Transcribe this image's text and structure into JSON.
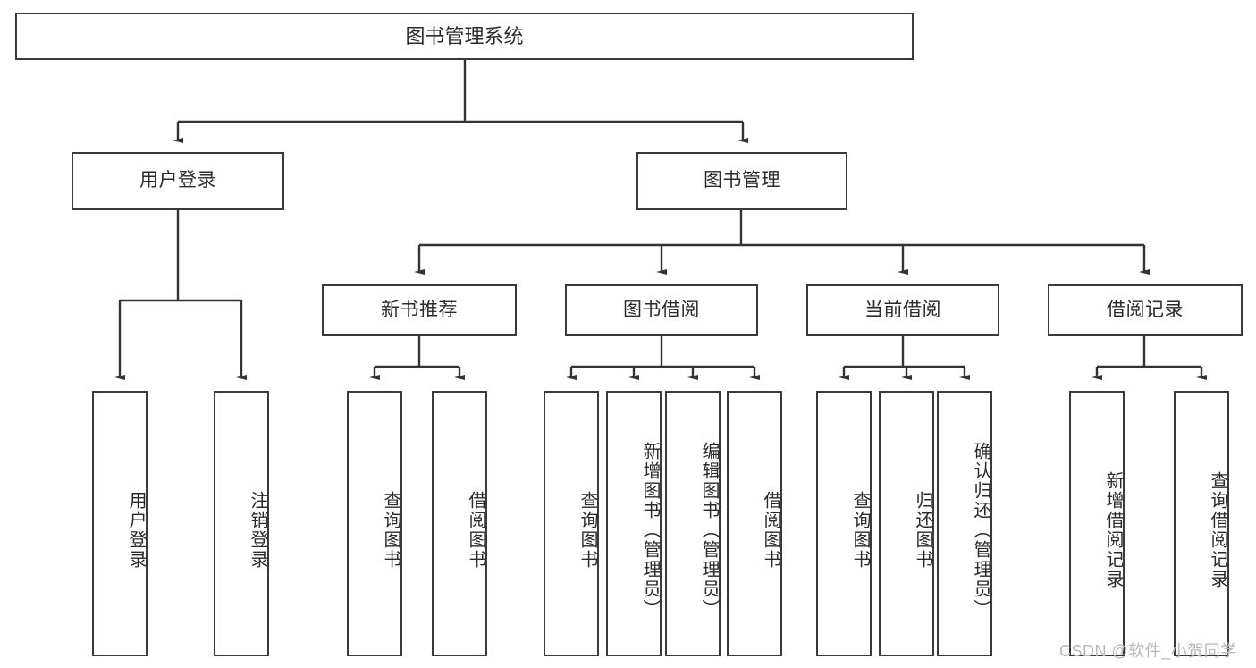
{
  "diagram": {
    "title": "图书管理系统",
    "type": "hierarchy-tree",
    "colors": {
      "box_border": "#3a3a3a",
      "box_fill": "#ffffff",
      "connector": "#333333",
      "text": "#2b2b2b",
      "watermark": "#b9b9b9",
      "background": "#ffffff"
    },
    "root": {
      "label": "图书管理系统"
    },
    "level2": [
      {
        "label": "用户登录"
      },
      {
        "label": "图书管理"
      }
    ],
    "level3": [
      {
        "label": "新书推荐"
      },
      {
        "label": "图书借阅"
      },
      {
        "label": "当前借阅"
      },
      {
        "label": "借阅记录"
      }
    ],
    "leaves": {
      "user_login": [
        {
          "label": "用户登录"
        },
        {
          "label": "注销登录"
        }
      ],
      "new_book_recommend": [
        {
          "label": "查询图书"
        },
        {
          "label": "借阅图书"
        }
      ],
      "book_borrow": [
        {
          "label": "查询图书"
        },
        {
          "label": "新增图书（管理员）"
        },
        {
          "label": "编辑图书（管理员）"
        },
        {
          "label": "借阅图书"
        }
      ],
      "current_borrow": [
        {
          "label": "查询图书"
        },
        {
          "label": "归还图书"
        },
        {
          "label": "确认归还（管理员）"
        }
      ],
      "borrow_record": [
        {
          "label": "新增借阅记录"
        },
        {
          "label": "查询借阅记录"
        }
      ]
    },
    "watermark": "CSDN @软件_小贺同学"
  }
}
